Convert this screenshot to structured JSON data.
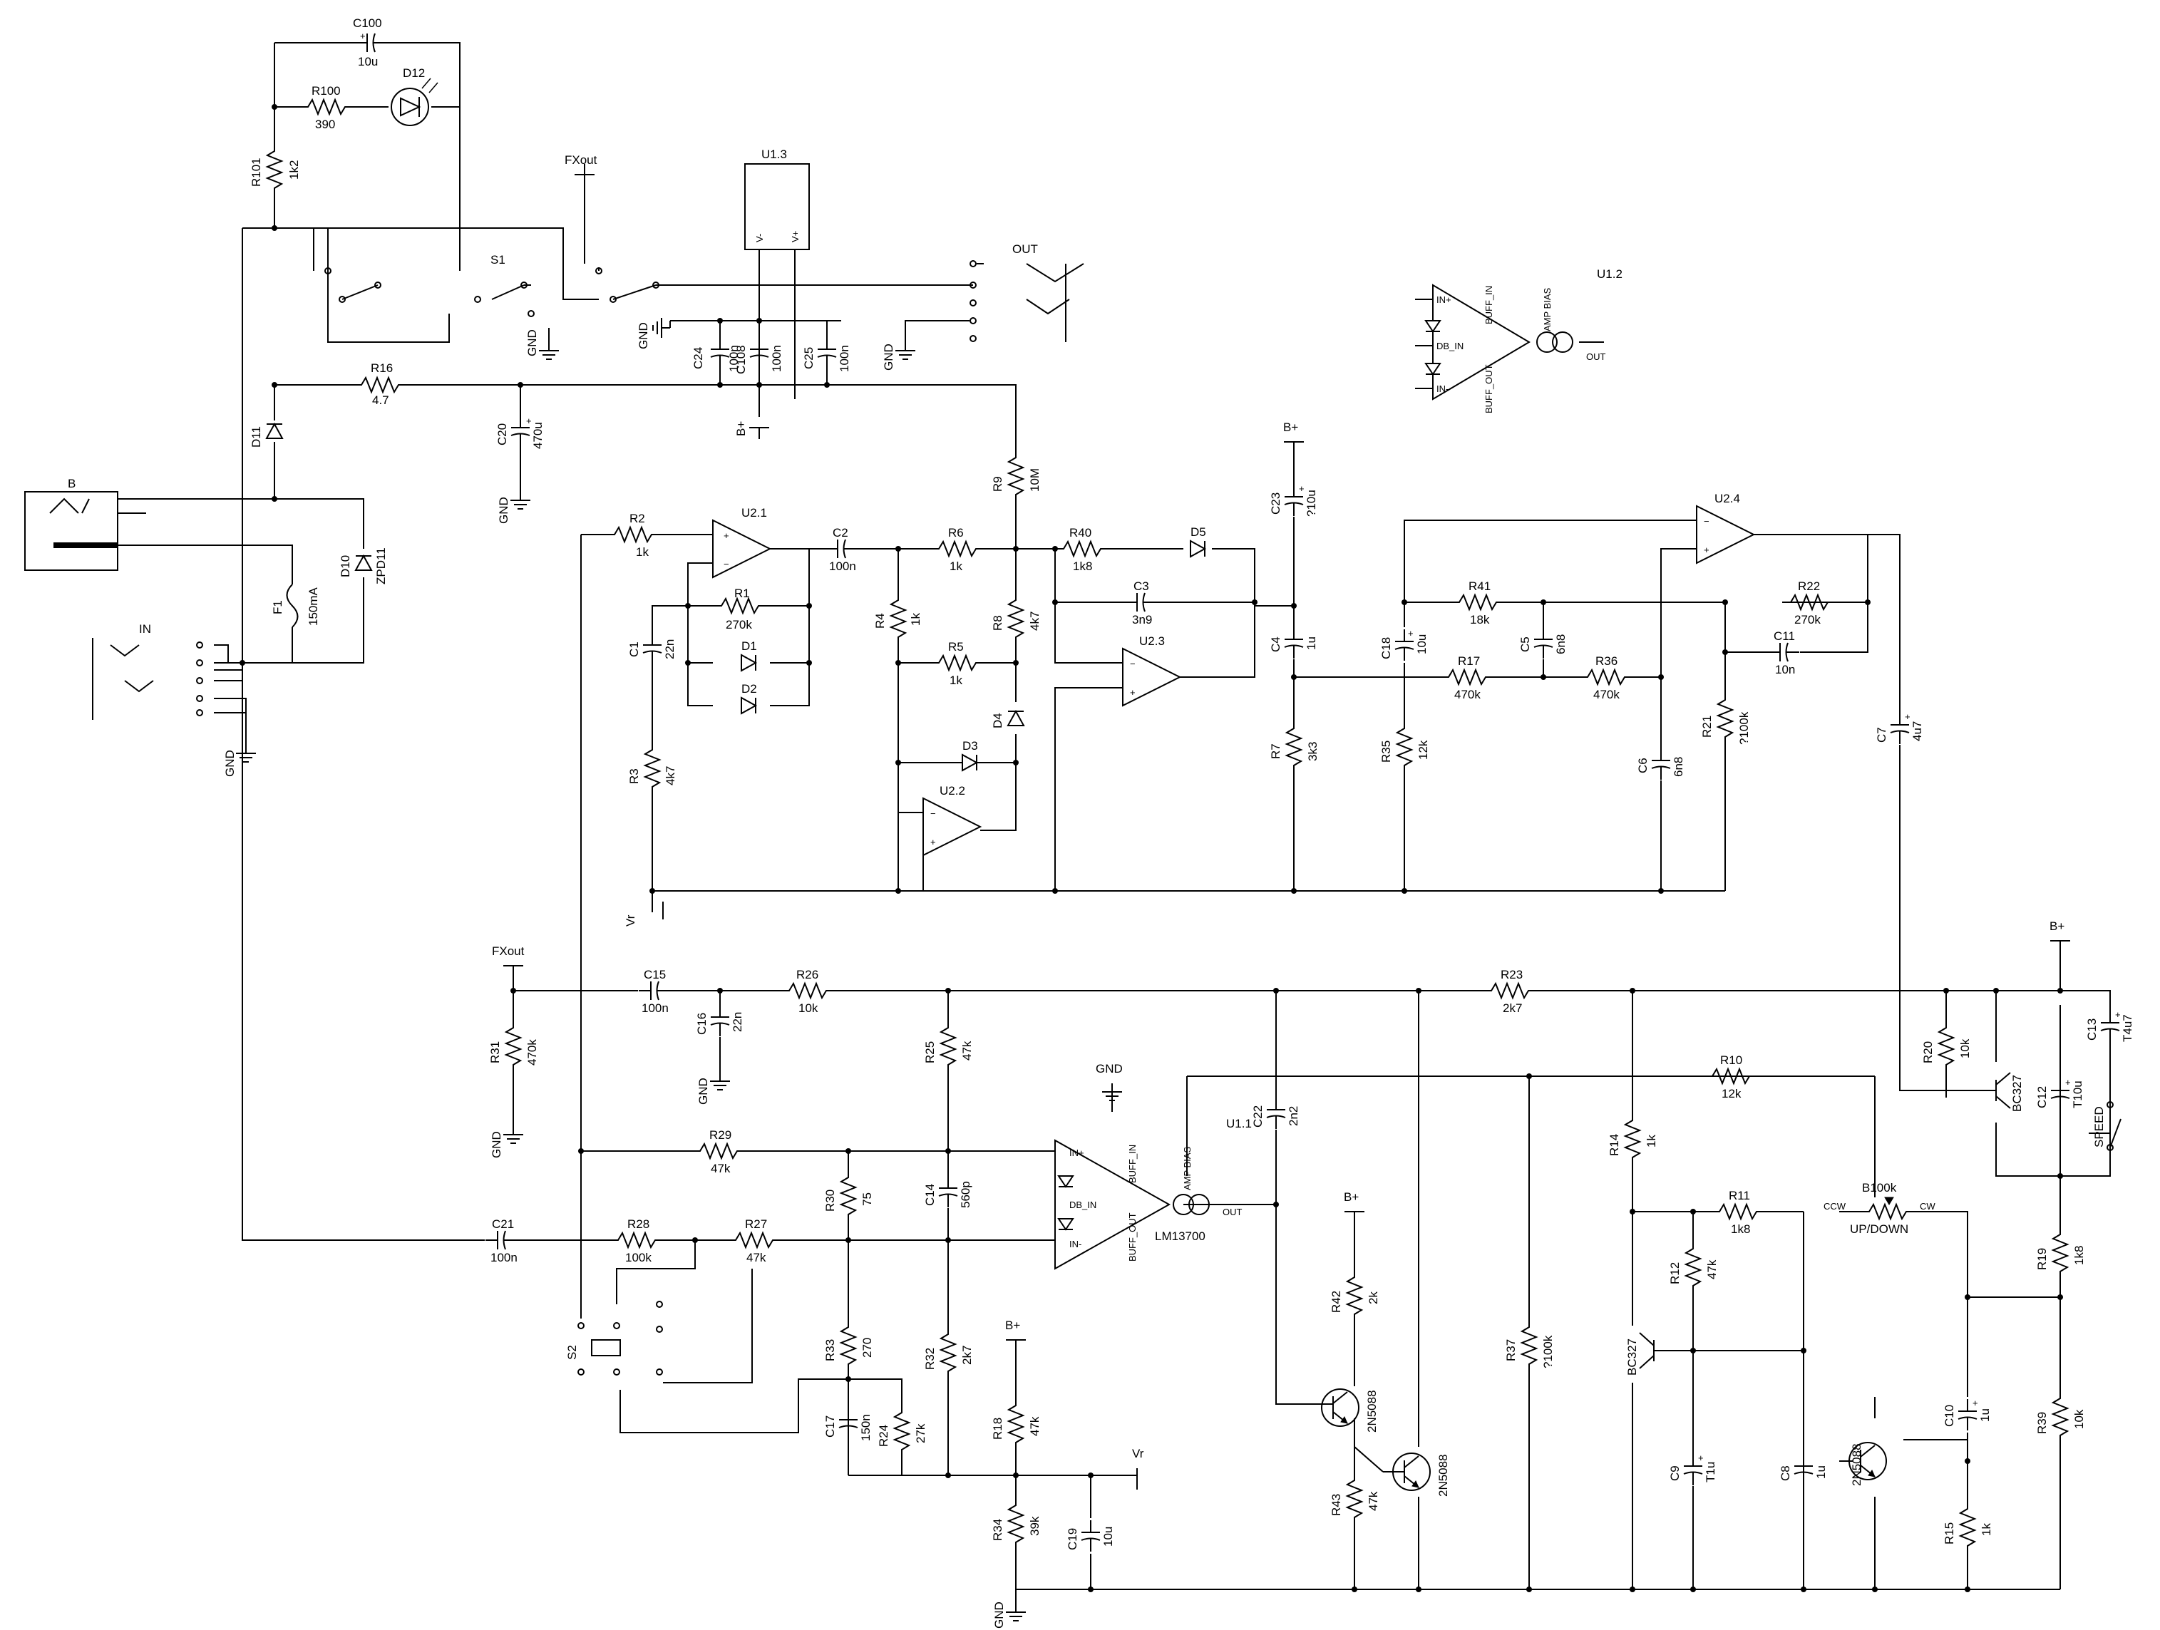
{
  "resistors": [
    {
      "ref": "R101",
      "value": "1k2"
    },
    {
      "ref": "R100",
      "value": "390"
    },
    {
      "ref": "R16",
      "value": "4.7"
    },
    {
      "ref": "R2",
      "value": "1k"
    },
    {
      "ref": "R1",
      "value": "270k"
    },
    {
      "ref": "R3",
      "value": "4k7"
    },
    {
      "ref": "R6",
      "value": "1k"
    },
    {
      "ref": "R4",
      "value": "1k"
    },
    {
      "ref": "R5",
      "value": "1k"
    },
    {
      "ref": "R8",
      "value": "4k7"
    },
    {
      "ref": "R9",
      "value": "10M"
    },
    {
      "ref": "R40",
      "value": "1k8"
    },
    {
      "ref": "R7",
      "value": "3k3"
    },
    {
      "ref": "R35",
      "value": "12k"
    },
    {
      "ref": "R41",
      "value": "18k"
    },
    {
      "ref": "R17",
      "value": "470k"
    },
    {
      "ref": "R36",
      "value": "470k"
    },
    {
      "ref": "R22",
      "value": "270k"
    },
    {
      "ref": "R21",
      "value": "?100k"
    },
    {
      "ref": "R26",
      "value": "10k"
    },
    {
      "ref": "R31",
      "value": "470k"
    },
    {
      "ref": "R25",
      "value": "47k"
    },
    {
      "ref": "R29",
      "value": "47k"
    },
    {
      "ref": "R28",
      "value": "100k"
    },
    {
      "ref": "R27",
      "value": "47k"
    },
    {
      "ref": "R30",
      "value": "75"
    },
    {
      "ref": "R33",
      "value": "270"
    },
    {
      "ref": "R32",
      "value": "2k7"
    },
    {
      "ref": "R24",
      "value": "27k"
    },
    {
      "ref": "R18",
      "value": "47k"
    },
    {
      "ref": "R34",
      "value": "39k"
    },
    {
      "ref": "R23",
      "value": "2k7"
    },
    {
      "ref": "R10",
      "value": "12k"
    },
    {
      "ref": "R42",
      "value": "2k"
    },
    {
      "ref": "R43",
      "value": "47k"
    },
    {
      "ref": "R37",
      "value": "?100k"
    },
    {
      "ref": "R14",
      "value": "1k"
    },
    {
      "ref": "R11",
      "value": "1k8"
    },
    {
      "ref": "R12",
      "value": "47k"
    },
    {
      "ref": "R20",
      "value": "10k"
    },
    {
      "ref": "R19",
      "value": "1k8"
    },
    {
      "ref": "R39",
      "value": "10k"
    },
    {
      "ref": "R15",
      "value": "1k"
    }
  ],
  "capacitors": [
    {
      "ref": "C100",
      "value": "10u"
    },
    {
      "ref": "C24",
      "value": "100n"
    },
    {
      "ref": "C108",
      "value": "100n"
    },
    {
      "ref": "C25",
      "value": "100n"
    },
    {
      "ref": "C20",
      "value": "470u"
    },
    {
      "ref": "C1",
      "value": "22n"
    },
    {
      "ref": "C2",
      "value": "100n"
    },
    {
      "ref": "C3",
      "value": "3n9"
    },
    {
      "ref": "C23",
      "value": "?10u"
    },
    {
      "ref": "C4",
      "value": "1u"
    },
    {
      "ref": "C18",
      "value": "10u"
    },
    {
      "ref": "C5",
      "value": "6n8"
    },
    {
      "ref": "C11",
      "value": "10n"
    },
    {
      "ref": "C6",
      "value": "6n8"
    },
    {
      "ref": "C7",
      "value": "4u7"
    },
    {
      "ref": "C15",
      "value": "100n"
    },
    {
      "ref": "C16",
      "value": "22n"
    },
    {
      "ref": "C21",
      "value": "100n"
    },
    {
      "ref": "C14",
      "value": "560p"
    },
    {
      "ref": "C17",
      "value": "150n"
    },
    {
      "ref": "C19",
      "value": "10u"
    },
    {
      "ref": "C22",
      "value": "2n2"
    },
    {
      "ref": "C9",
      "value": "T1u"
    },
    {
      "ref": "C8",
      "value": "1u"
    },
    {
      "ref": "C10",
      "value": "1u"
    },
    {
      "ref": "C12",
      "value": "T10u"
    },
    {
      "ref": "C13",
      "value": "T4u7"
    }
  ],
  "diodes": [
    {
      "ref": "D12"
    },
    {
      "ref": "D11"
    },
    {
      "ref": "D10",
      "value": "ZPD11"
    },
    {
      "ref": "D1"
    },
    {
      "ref": "D2"
    },
    {
      "ref": "D3"
    },
    {
      "ref": "D4"
    },
    {
      "ref": "D5"
    }
  ],
  "ics": {
    "u13": "U1.3",
    "u13_vm": "V-",
    "u13_vp": "V+",
    "u21": "U2.1",
    "u22": "U2.2",
    "u23": "U2.3",
    "u24": "U2.4",
    "u12": "U1.2",
    "u11": "U1.1",
    "lm": "LM13700",
    "in_p": "IN+",
    "in_m": "IN-",
    "db_in": "DB_IN",
    "buff_in": "BUFF_IN",
    "buff_out": "BUFF_OUT",
    "amp_bias": "AMP BIAS",
    "out": "OUT",
    "plus": "+",
    "minus": "−"
  },
  "transistors": [
    {
      "ref": "2N5088"
    },
    {
      "ref": "2N5088"
    },
    {
      "ref": "2N5088"
    },
    {
      "ref": "BC327"
    },
    {
      "ref": "BC327"
    }
  ],
  "misc": {
    "fuse_ref": "F1",
    "fuse_val": "150mA",
    "s1": "S1",
    "s2": "S2",
    "b": "B",
    "in": "IN",
    "out": "OUT",
    "pot": "B100k",
    "pot_label": "UP/DOWN",
    "ccw": "CCW",
    "cw": "CW",
    "speed": "SPEED"
  },
  "nets": {
    "gnd": "GND",
    "bplus": "B+",
    "vr": "Vr",
    "fxout": "FXout"
  }
}
